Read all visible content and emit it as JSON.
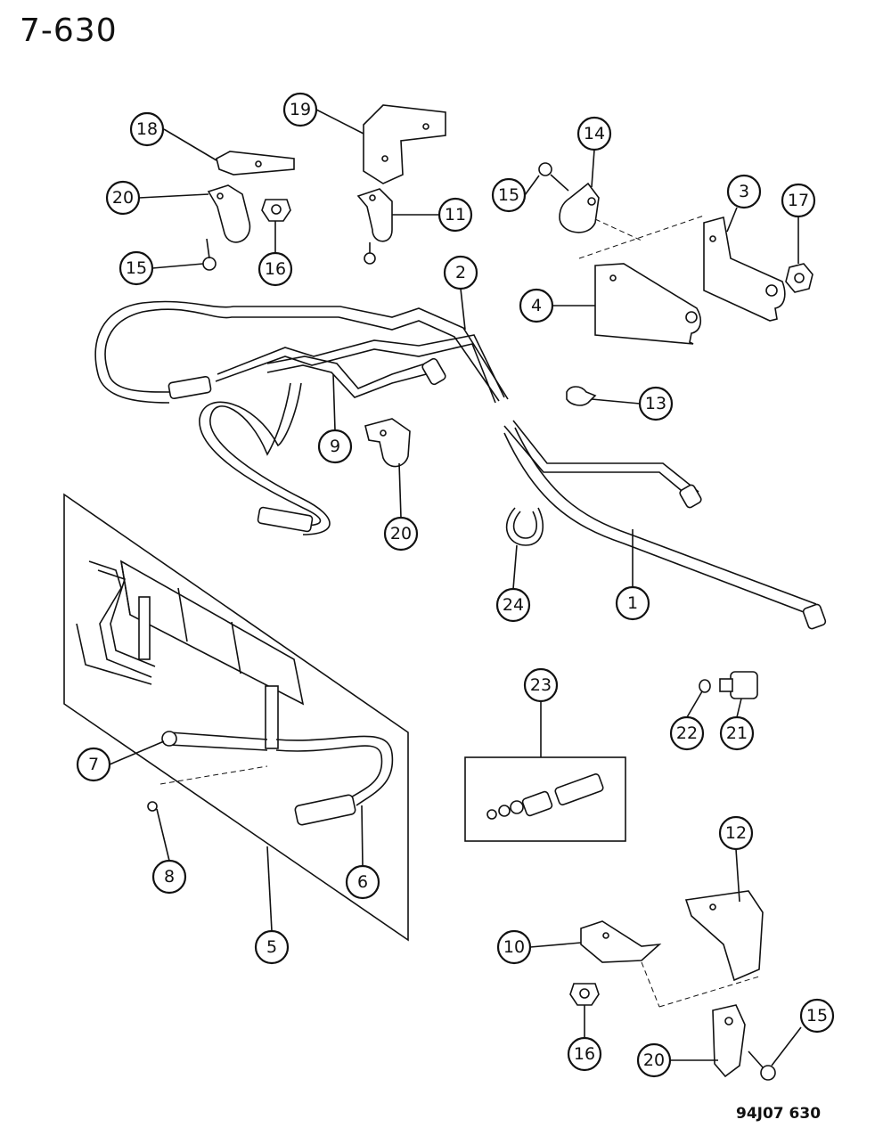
{
  "header": {
    "page_ref": "7-630"
  },
  "footer": {
    "drawing_code": "94J07 630"
  },
  "colors": {
    "ink": "#111111",
    "paper": "#ffffff"
  },
  "callouts": {
    "c1": "1",
    "c2": "2",
    "c3": "3",
    "c4": "4",
    "c5": "5",
    "c6": "6",
    "c7": "7",
    "c8": "8",
    "c9": "9",
    "c10": "10",
    "c11": "11",
    "c12": "12",
    "c13": "13",
    "c14": "14",
    "c15a": "15",
    "c15b": "15",
    "c15c": "15",
    "c16a": "16",
    "c16b": "16",
    "c17": "17",
    "c18": "18",
    "c19": "19",
    "c20a": "20",
    "c20b": "20",
    "c20c": "20",
    "c21": "21",
    "c22": "22",
    "c23": "23",
    "c24": "24"
  }
}
